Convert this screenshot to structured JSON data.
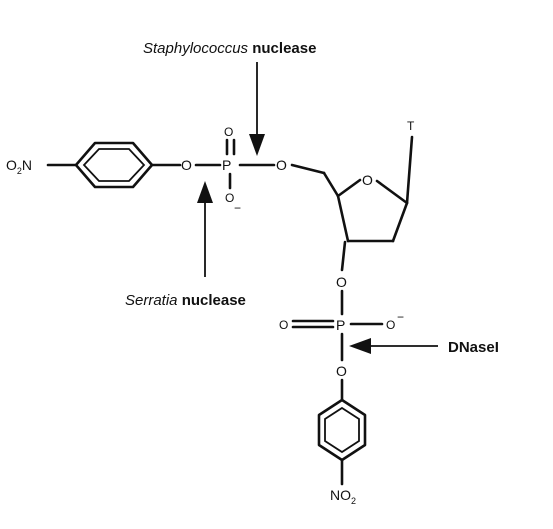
{
  "labels": {
    "staph_species": "Staphylococcus",
    "staph_suffix": " nuclease",
    "serratia_species": "Serratia",
    "serratia_suffix": " nuclease",
    "dnase": "DNaseI"
  },
  "atoms": {
    "no2_top": "O",
    "no2_top_sub": "2",
    "no2_top_n": "N",
    "o_left": "O",
    "p_top": "P",
    "o_dbl_top": "O",
    "o_minus_top": "O",
    "minus_top": "−",
    "o_5prime": "O",
    "o_ring": "O",
    "base_t": "T",
    "o_3prime": "O",
    "o_dbl_bottom": "O",
    "p_bottom": "P",
    "o_minus_bottom": "O",
    "minus_bottom": "−",
    "o_lower": "O",
    "no2_bottom_n": "N",
    "no2_bottom_o": "O",
    "no2_bottom_sub": "2"
  }
}
